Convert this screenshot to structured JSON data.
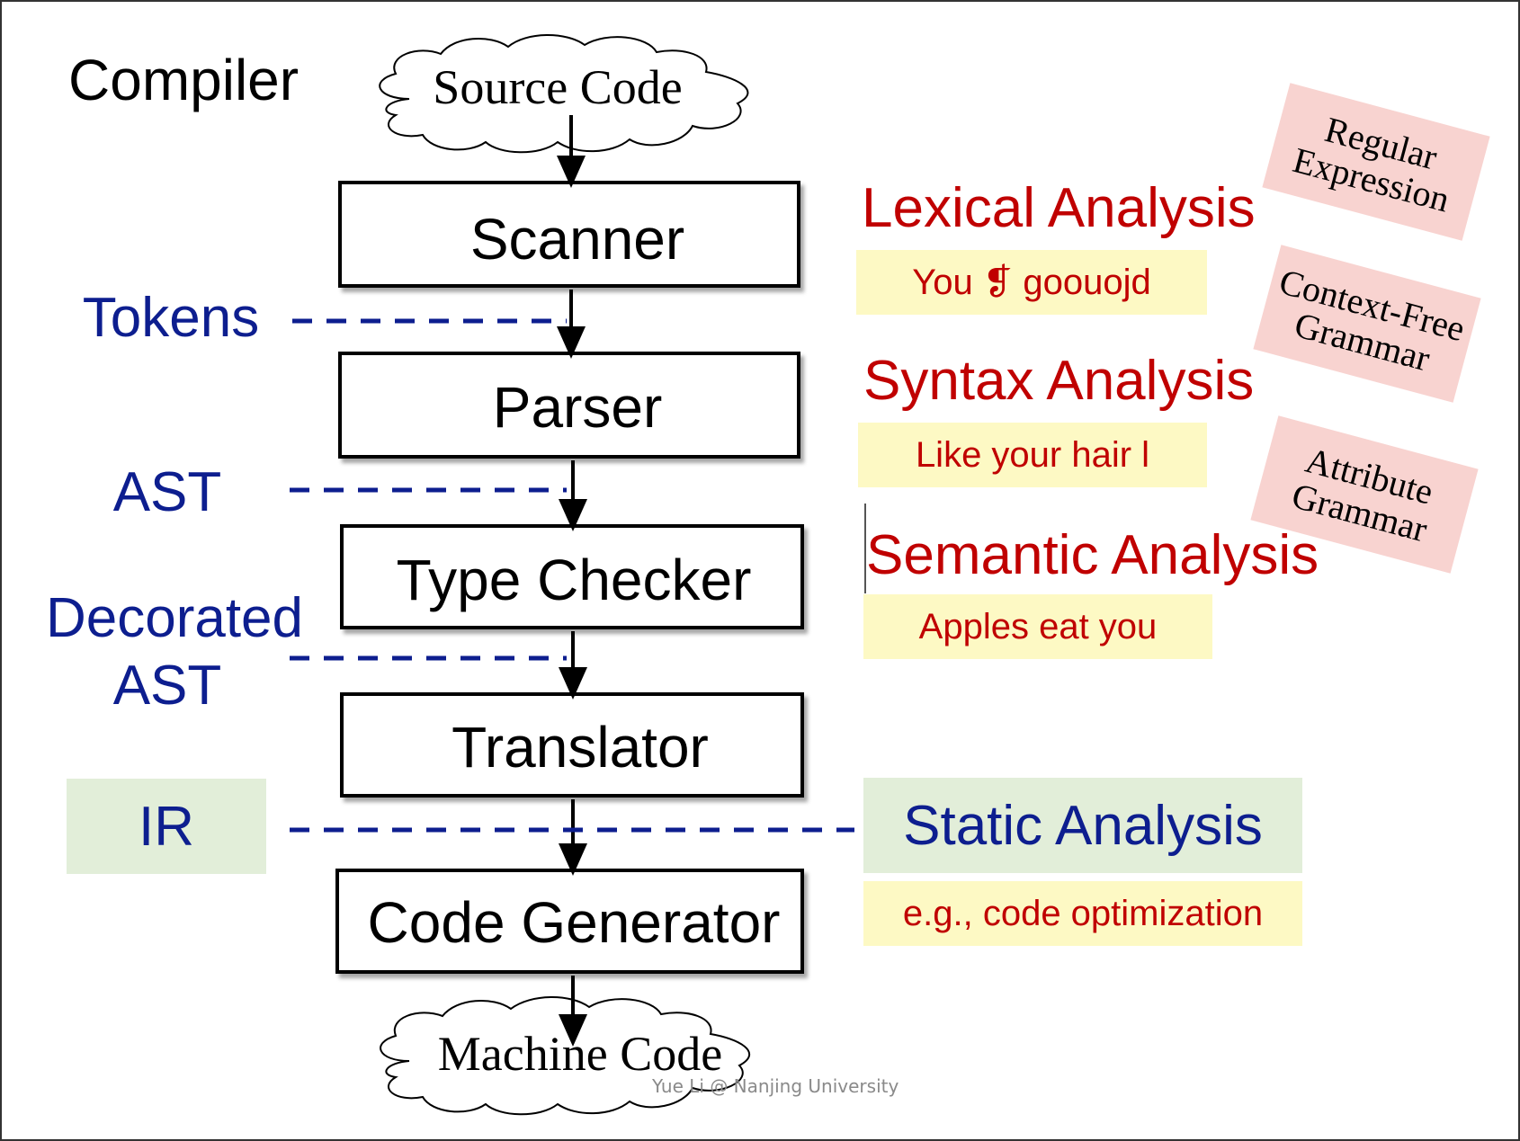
{
  "title": "Compiler",
  "pipeline": {
    "input": "Source Code",
    "stages": [
      "Scanner",
      "Parser",
      "Type Checker",
      "Translator",
      "Code Generator"
    ],
    "output": "Machine Code"
  },
  "intermediates": {
    "tokens": "Tokens",
    "ast": "AST",
    "decorated_line1": "Decorated",
    "decorated_line2": "AST",
    "ir": "IR"
  },
  "analyses": [
    {
      "title": "Lexical Analysis",
      "example": "You ❡ goouojd",
      "formalism": [
        "Regular",
        "Expression"
      ]
    },
    {
      "title": "Syntax Analysis",
      "example": "Like your hair l",
      "formalism": [
        "Context-Free",
        "Grammar"
      ]
    },
    {
      "title": "Semantic Analysis",
      "example": "Apples eat you",
      "formalism": [
        "Attribute",
        "Grammar"
      ]
    }
  ],
  "static_analysis": {
    "title": "Static Analysis",
    "example": "e.g., code optimization"
  },
  "footer": "Yue Li @ Nanjing University",
  "colors": {
    "red": "#c00000",
    "blue": "#0d1e8f",
    "yellow": "#fdf9c4",
    "green": "#e2eed9",
    "pink": "#f8d3d0"
  }
}
